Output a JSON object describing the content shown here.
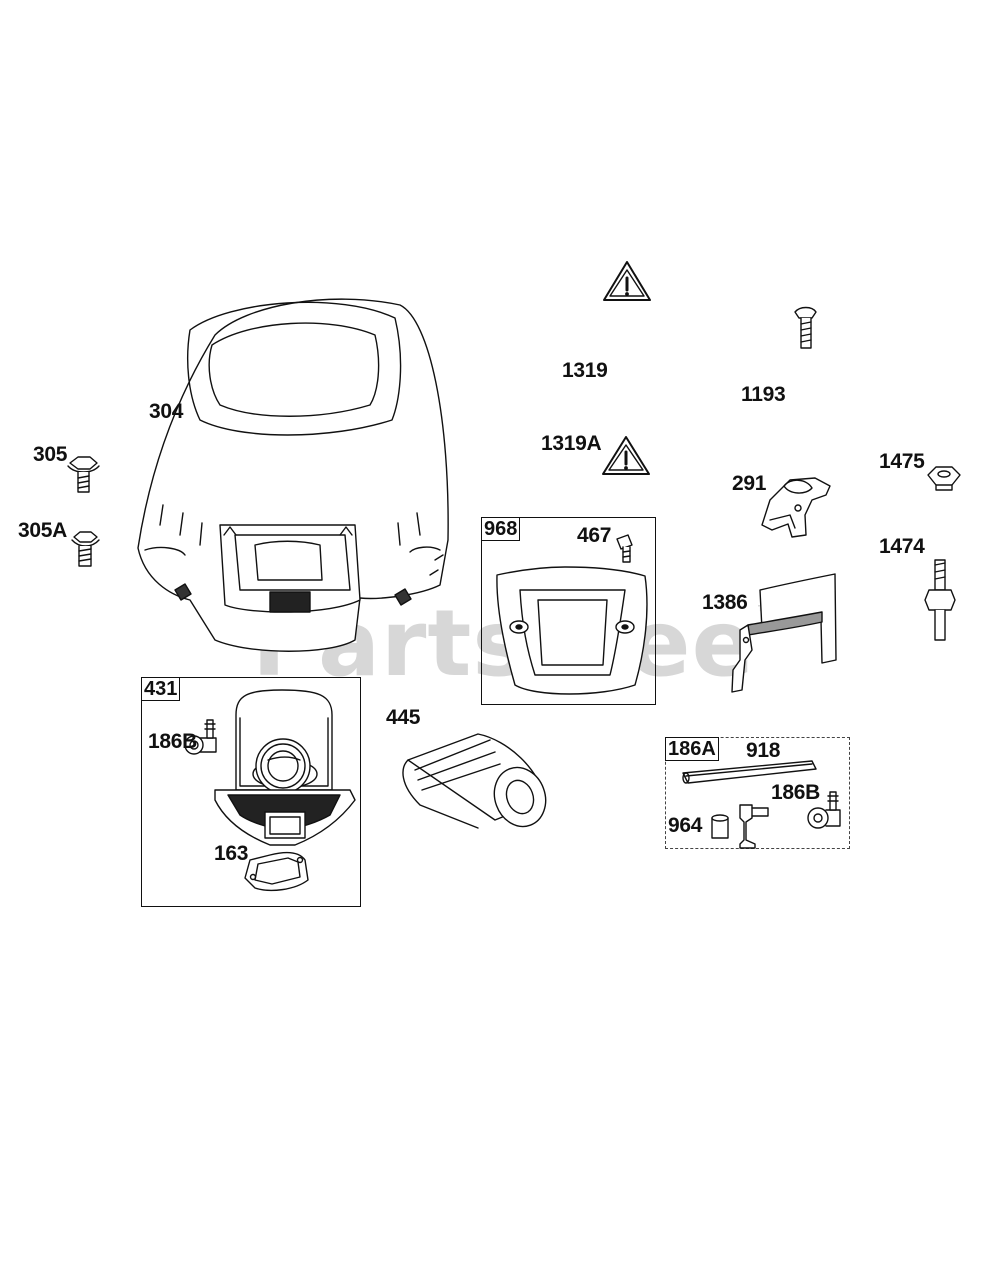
{
  "watermark": {
    "text": "PartsTree",
    "mark": "™"
  },
  "groups": {
    "g968": "968",
    "g431": "431",
    "g186A": "186A"
  },
  "labels": {
    "p304": "304",
    "p305": "305",
    "p305A": "305A",
    "p1319": "1319",
    "p1319A": "1319A",
    "p1193": "1193",
    "p291": "291",
    "p1475": "1475",
    "p1474": "1474",
    "p467": "467",
    "p1386": "1386",
    "p445": "445",
    "p186B_left": "186B",
    "p163": "163",
    "p918": "918",
    "p964": "964",
    "p186B_right": "186B"
  },
  "colors": {
    "line": "#111111",
    "fill_dark": "#2a2a2a",
    "watermark": "#969696"
  }
}
